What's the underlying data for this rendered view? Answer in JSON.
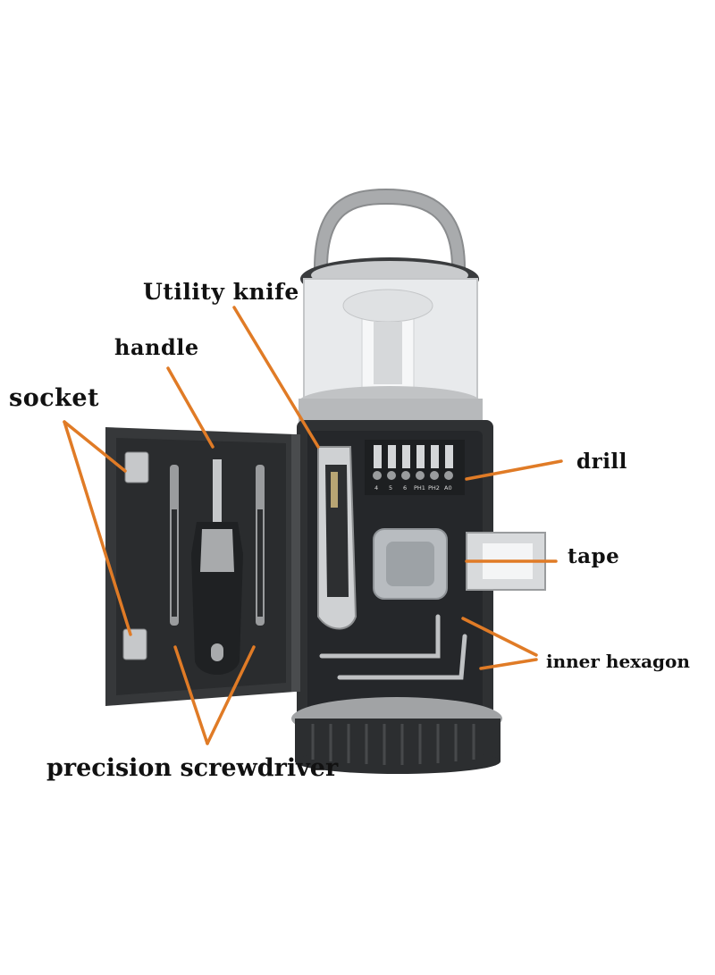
{
  "labels": {
    "utility_knife": "Utility knife",
    "handle": "handle",
    "socket": "socket",
    "drill": "drill",
    "tape": "tape",
    "inner_hexagon": "inner hexagon",
    "precision_screwdriver": "precision screwdriver"
  },
  "bit_markings": [
    "4",
    "5",
    "6",
    "PH1",
    "PH2",
    "A0"
  ],
  "colors": {
    "callout": "#e07b26",
    "case_dark": "#2f3133",
    "case_grey": "#9a9c9e",
    "lantern_globe": "#e6e8ea"
  }
}
